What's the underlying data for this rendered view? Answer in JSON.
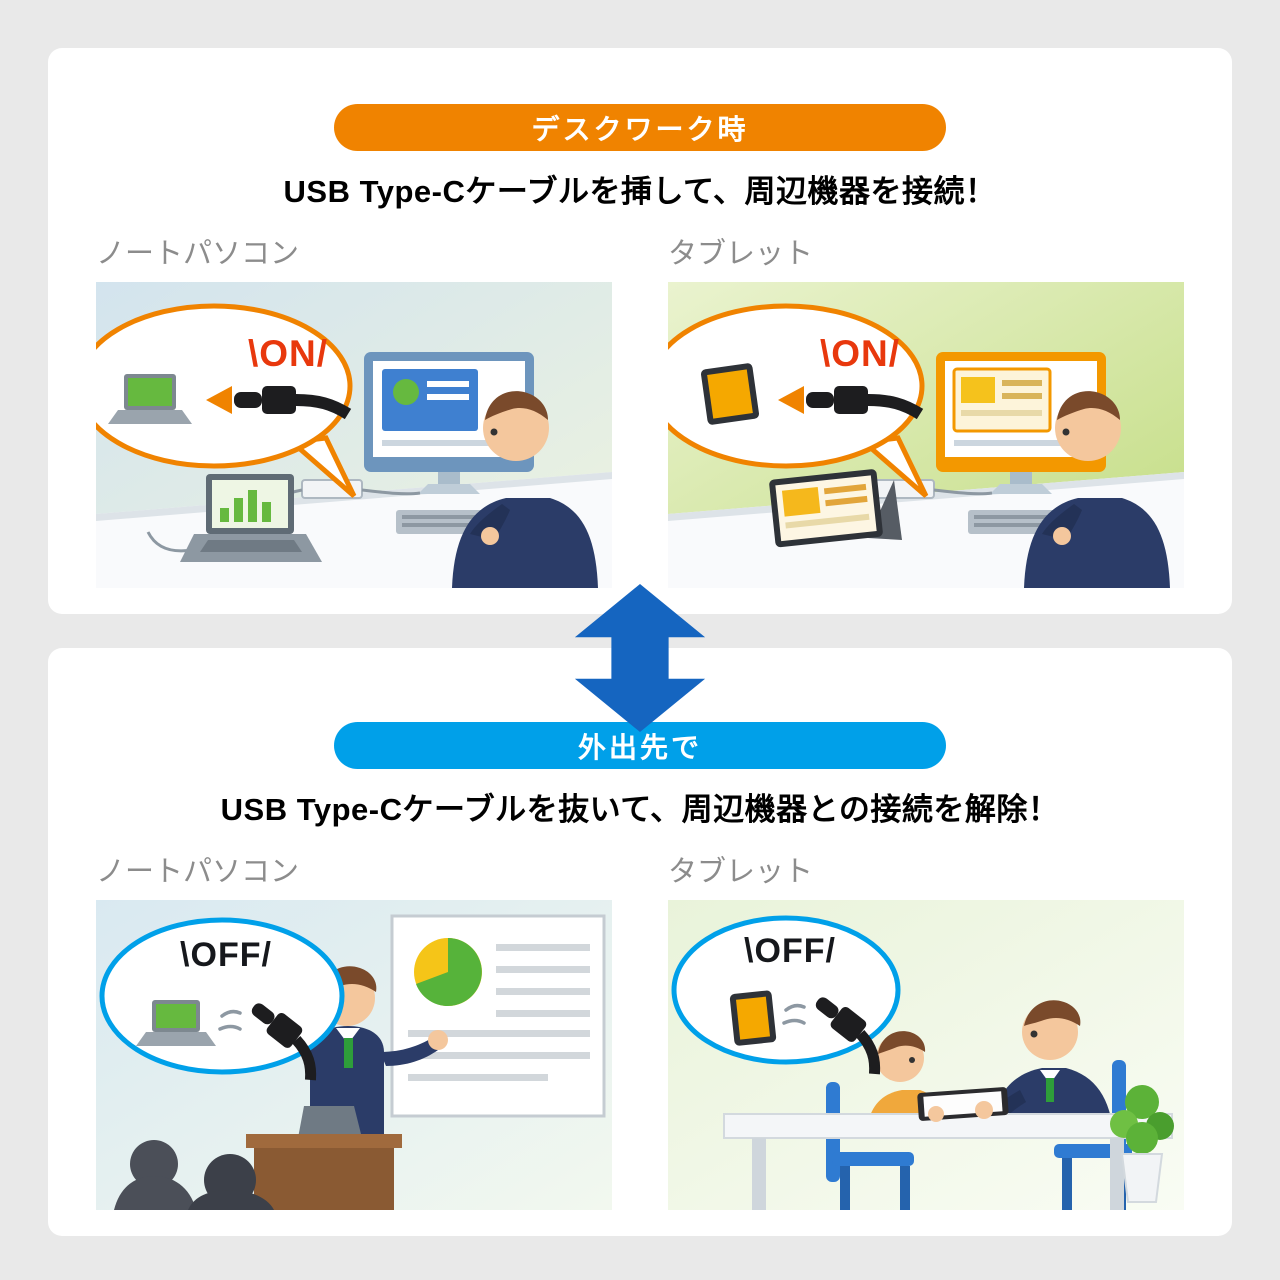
{
  "colors": {
    "background": "#e9e9e9",
    "card": "#ffffff",
    "badge_orange": "#f08300",
    "badge_blue": "#00a0e9",
    "arrow_blue": "#1565c0",
    "on_text": "#e8380d",
    "off_text": "#16181c",
    "label_gray": "#8c8c8c",
    "headline_black": "#000000"
  },
  "top_section": {
    "badge": "デスクワーク時",
    "headline": "USB Type-Cケーブルを挿して、周辺機器を接続！",
    "left": {
      "label": "ノートパソコン",
      "callout": "\\ON/"
    },
    "right": {
      "label": "タブレット",
      "callout": "\\ON/"
    }
  },
  "bottom_section": {
    "badge": "外出先で",
    "headline": "USB Type-Cケーブルを抜いて、周辺機器との接続を解除！",
    "left": {
      "label": "ノートパソコン",
      "callout": "\\OFF/"
    },
    "right": {
      "label": "タブレット",
      "callout": "\\OFF/"
    }
  }
}
